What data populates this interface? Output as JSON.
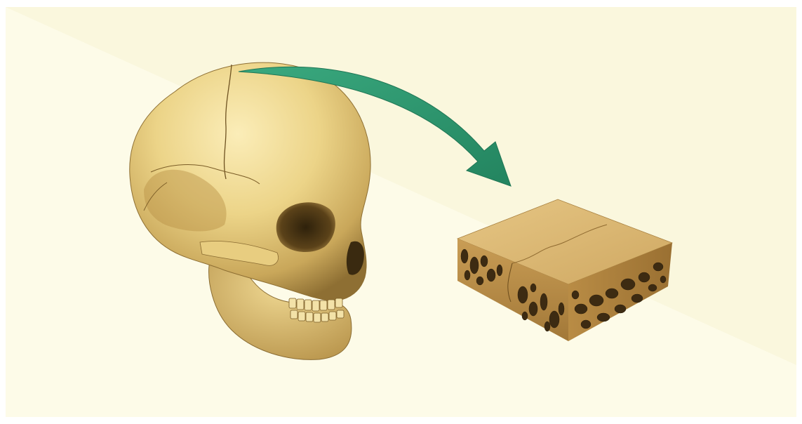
{
  "illustration": {
    "subjects": [
      "human-skull",
      "bone-tissue-block",
      "arrow"
    ],
    "colors": {
      "background": "#fdfbe8",
      "background_band": "#f8f5d6",
      "bone_light": "#f1dd9a",
      "bone_mid": "#d8bb6c",
      "bone_dark": "#8e6f33",
      "bone_shadow": "#4a3714",
      "block_top": "#d9b56f",
      "block_side": "#b98c45",
      "pore": "#3d2b12",
      "arrow": "#2f9e74",
      "arrow_dark": "#22805c"
    }
  }
}
